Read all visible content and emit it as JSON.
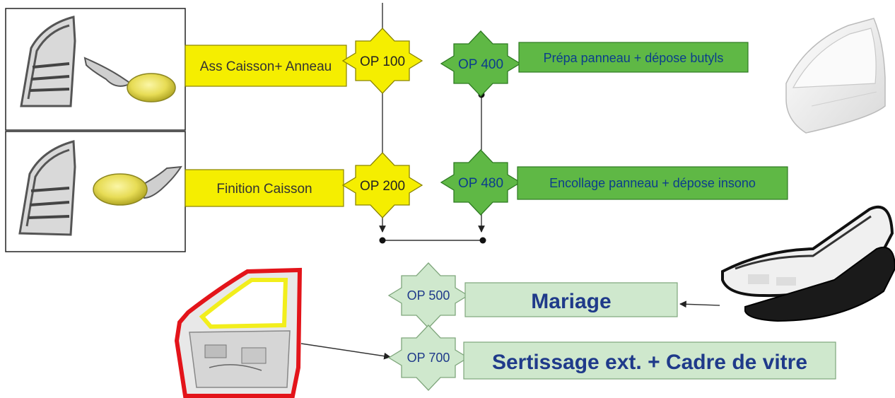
{
  "colors": {
    "yellow_fill": "#f5ee00",
    "yellow_stroke": "#8a8400",
    "green_fill": "#5fb845",
    "green_stroke": "#2e7a22",
    "green_text": "#0b3d8c",
    "pale_green_fill": "#cfe8cd",
    "pale_green_stroke": "#7fa67c",
    "navy_text": "#1f3a8a",
    "door_outline_red": "#e3141a",
    "door_seal_yellow": "#f2ee1c"
  },
  "operations": {
    "op100": {
      "code": "OP 100",
      "label": "Ass Caisson+ Anneau"
    },
    "op200": {
      "code": "OP 200",
      "label": "Finition Caisson"
    },
    "op400": {
      "code": "OP 400",
      "label": "Prépa panneau + dépose butyls"
    },
    "op480": {
      "code": "OP 480",
      "label": "Encollage panneau + dépose insono"
    },
    "op500": {
      "code": "OP 500",
      "label": "Mariage"
    },
    "op700": {
      "code": "OP 700",
      "label": "Sertissage ext. + Cadre de vitre"
    }
  },
  "images": {
    "door_frame_ring": "door-frame-with-ring",
    "door_frame_finish": "door-frame-finished",
    "outer_panel": "outer-door-panel",
    "assembled_parts": "married-door-parts",
    "hemmed_door": "hemmed-door-with-window-frame"
  }
}
